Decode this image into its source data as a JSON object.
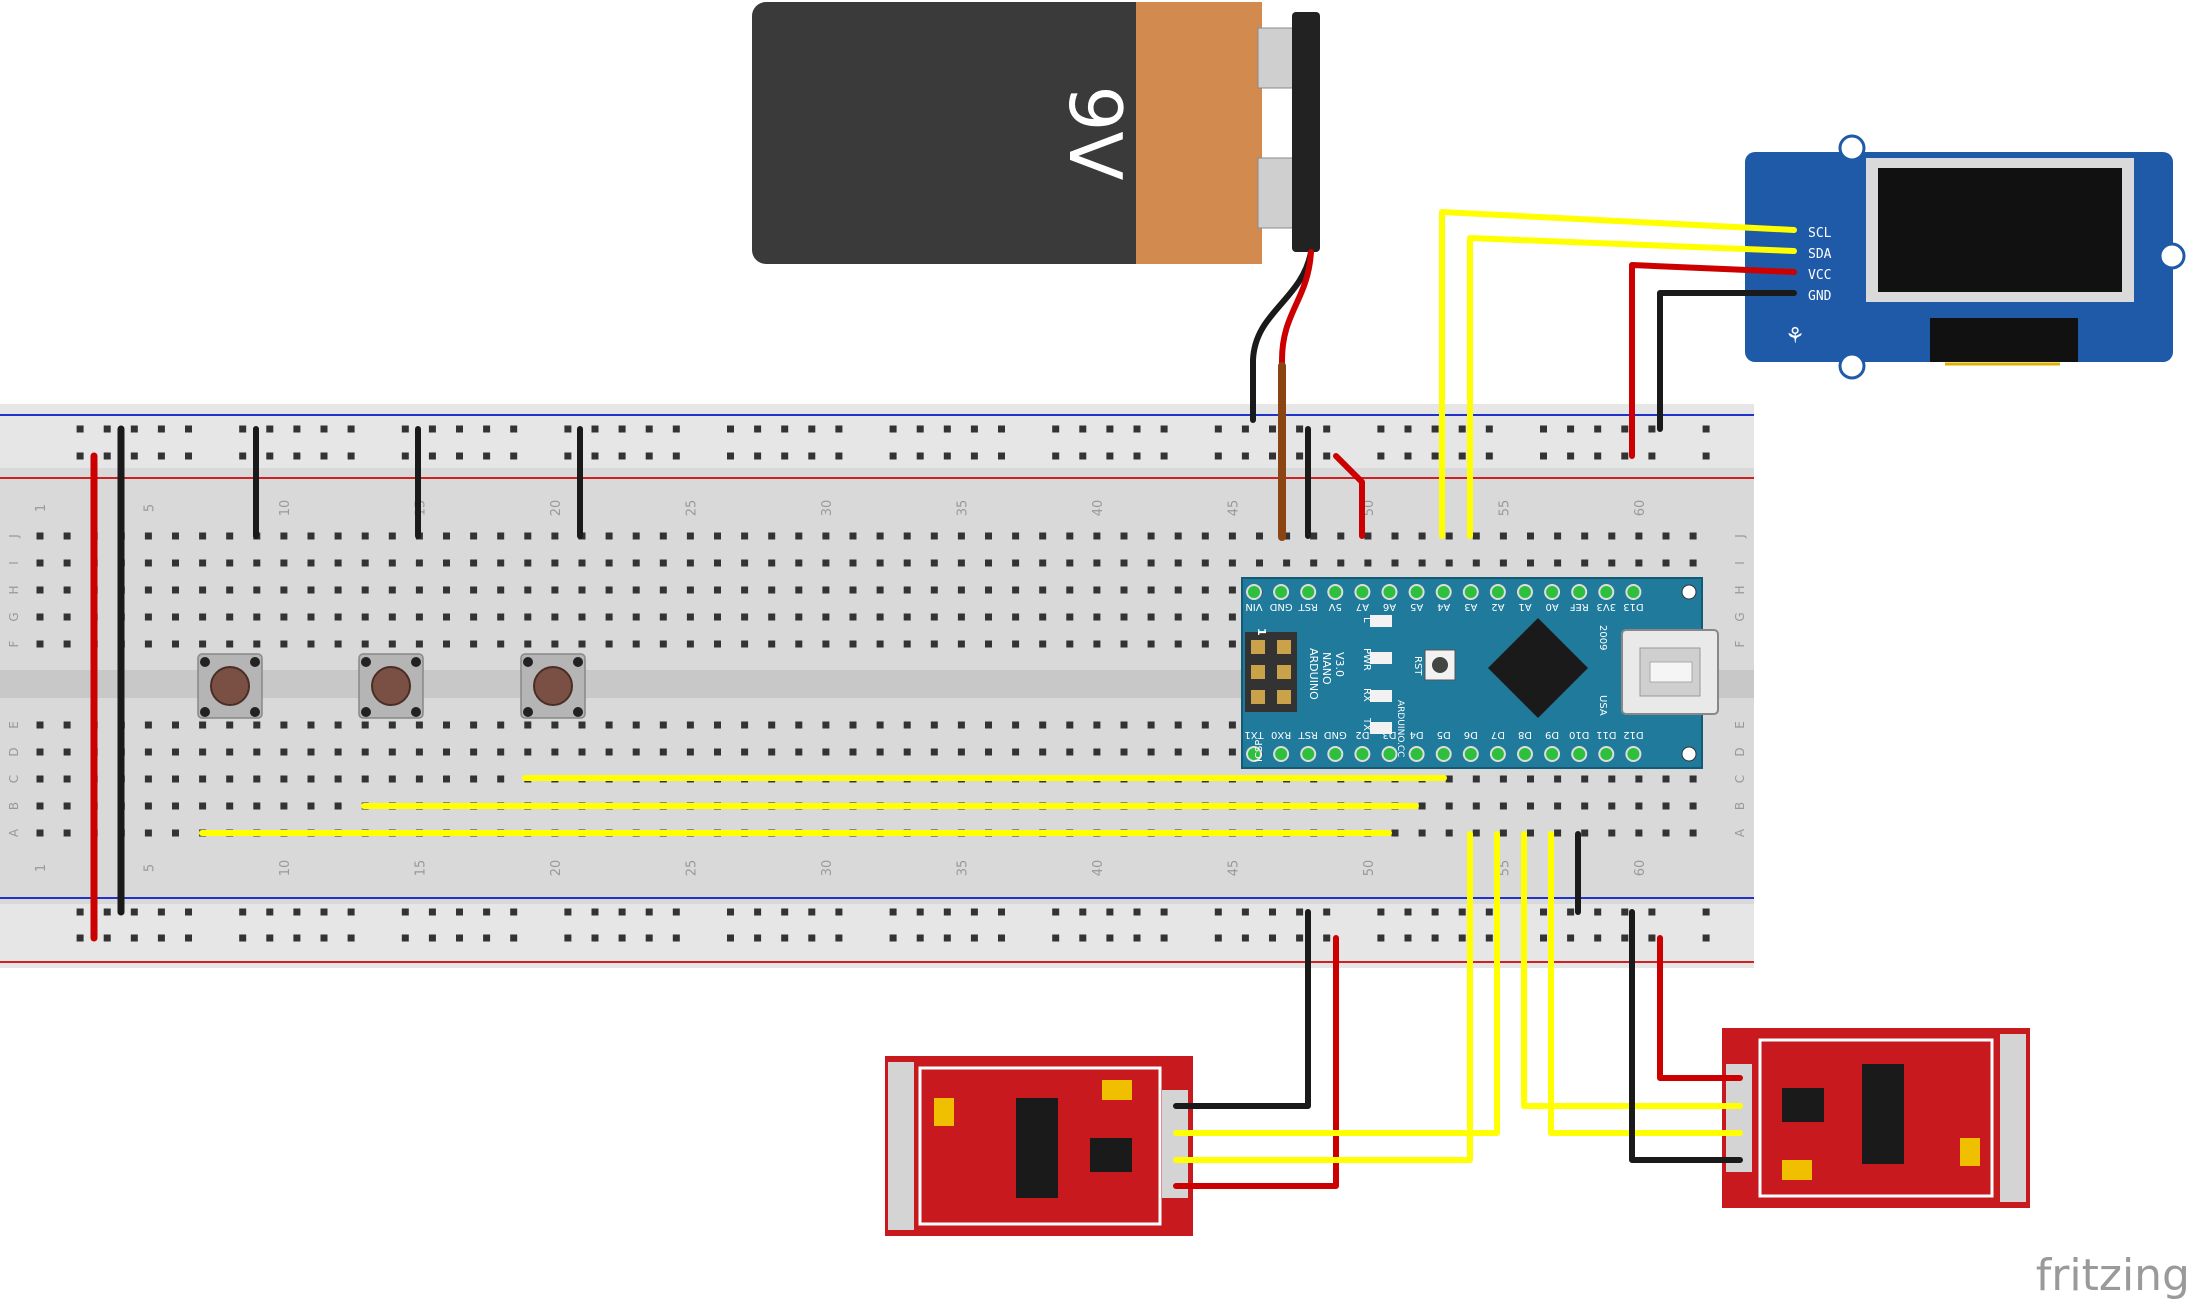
{
  "battery": {
    "label": "9V"
  },
  "breadboard": {
    "row_letters_top": [
      "J",
      "I",
      "H",
      "G",
      "F"
    ],
    "row_letters_bottom": [
      "E",
      "D",
      "C",
      "B",
      "A"
    ],
    "column_numbers": [
      "1",
      "5",
      "10",
      "15",
      "20",
      "25",
      "30",
      "35",
      "40",
      "45",
      "50",
      "55",
      "60"
    ]
  },
  "arduino": {
    "top_pins": [
      "VIN",
      "GND",
      "RST",
      "5V",
      "A7",
      "A6",
      "A5",
      "A4",
      "A3",
      "A2",
      "A1",
      "A0",
      "REF",
      "3V3",
      "D13"
    ],
    "bottom_pins": [
      "TX1",
      "RX0",
      "RST",
      "GND",
      "D2",
      "D3",
      "D4",
      "D5",
      "D6",
      "D7",
      "D8",
      "D9",
      "D10",
      "D11",
      "D12"
    ],
    "board_name": "ARDUINO",
    "board_model": "NANO",
    "board_version": "V3.0",
    "icsp_label": "ICSP",
    "pin1_label": "1",
    "led_l": "L",
    "led_pwr": "PWR",
    "led_rx": "RX",
    "led_tx": "TX",
    "rst_label": "RST",
    "website": "ARDUINO.CC",
    "year": "2009",
    "country": "USA"
  },
  "oled": {
    "pins": [
      "SCL",
      "SDA",
      "VCC",
      "GND"
    ]
  },
  "brand": {
    "watermark": "fritzing"
  },
  "colors": {
    "wire_red": "#cc0000",
    "wire_black": "#1a1a1a",
    "wire_yellow": "#ffff00",
    "wire_brown": "#8b4513",
    "arduino_blue": "#1f7a9c",
    "oled_blue": "#1e5aa8",
    "hx711_red": "#c8191f",
    "battery_copper": "#d38a4f",
    "battery_body": "#3a3a3a"
  }
}
